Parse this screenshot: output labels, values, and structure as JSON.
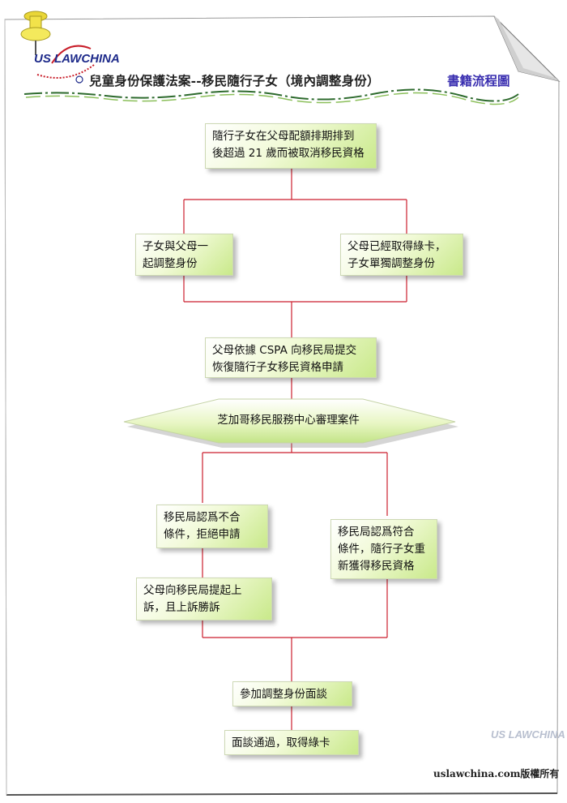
{
  "header": {
    "logo_text": "US LAWCHINA",
    "title": "兒童身份保護法案--移民隨行子女（境內調整身份）",
    "subtitle": "書籍流程圖"
  },
  "flow": {
    "step1": [
      "隨行子女在父母配額排期排到",
      "後超過 21 歲而被取消移民資格"
    ],
    "branch_left": [
      "子女與父母一",
      "起調整身份"
    ],
    "branch_right": [
      "父母已經取得綠卡，",
      "子女單獨調整身份"
    ],
    "step2": [
      "父母依據 CSPA 向移民局提交",
      "恢復隨行子女移民資格申請"
    ],
    "decision": "芝加哥移民服務中心審理案件",
    "denied": [
      "移民局認爲不合",
      "條件，拒絕申請"
    ],
    "appeal": [
      "父母向移民局提起上",
      "訴，且上訴勝訴"
    ],
    "approved": [
      "移民局認爲符合",
      "條件，隨行子女重",
      "新獲得移民資格"
    ],
    "interview": "參加調整身份面談",
    "result": "面談通過，取得綠卡"
  },
  "footer": {
    "copyright": "uslawchina.com版權所有",
    "watermark": "US LAWCHINA"
  },
  "colors": {
    "connector": "#cc1f2d",
    "box_fill": "#d6f0a0",
    "title_accent": "#3a2fb0",
    "logo_blue": "#1d2a8a",
    "logo_red": "#c81e2a",
    "pin_yellow": "#f2e24a"
  }
}
